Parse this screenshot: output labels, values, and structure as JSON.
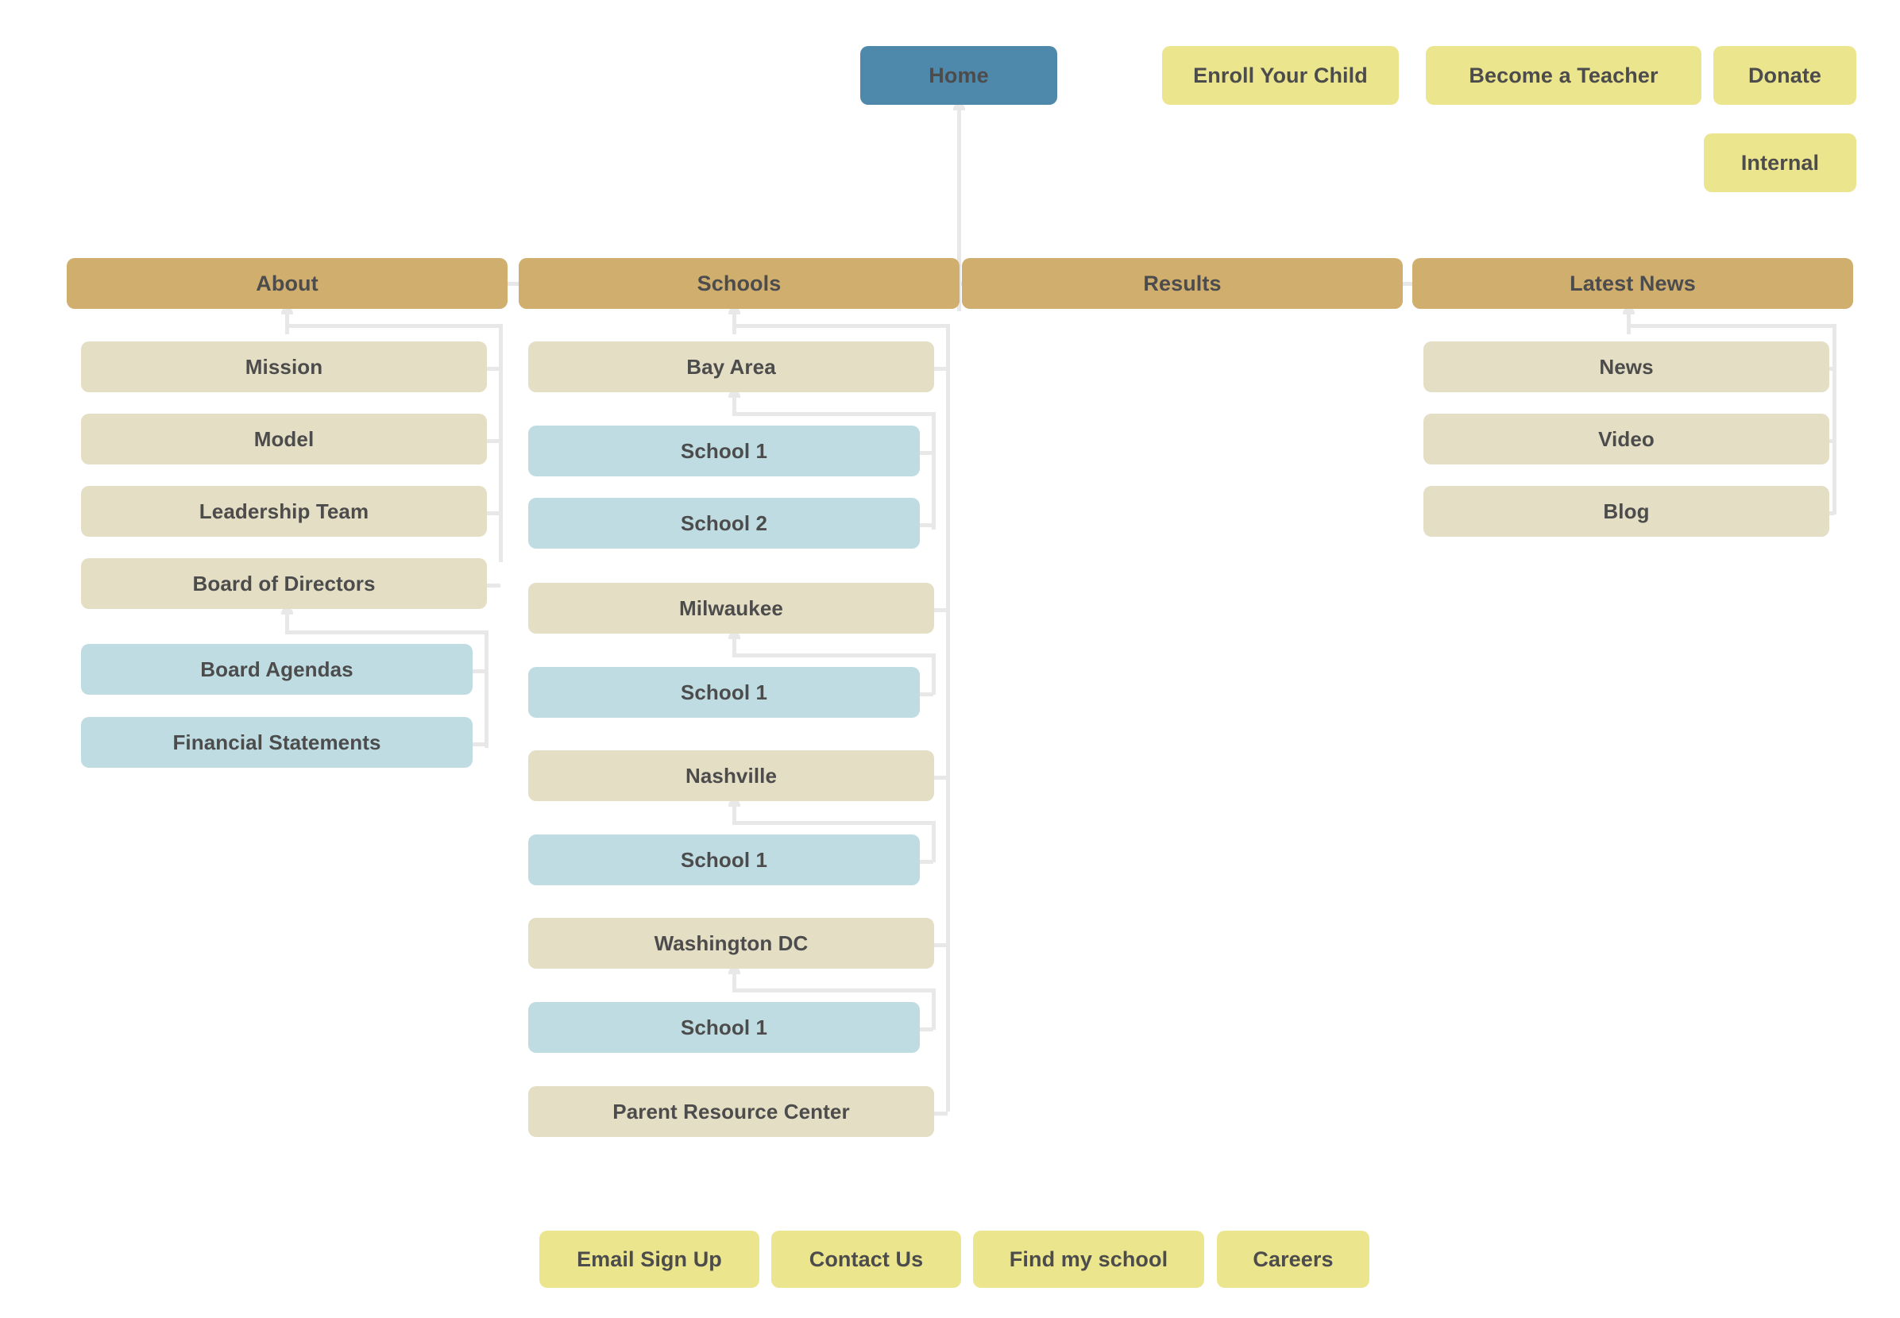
{
  "colors": {
    "home": "#4E89AB",
    "utility": "#EBE58E",
    "category": "#D0AE6E",
    "subpage": "#E4DEC4",
    "leaf": "#BFDCE3",
    "connector": "#E8E8E8",
    "text": "#4C4C4C",
    "background": "#FFFFFF"
  },
  "root": {
    "label": "Home"
  },
  "utility_nav": {
    "row1": [
      {
        "label": "Enroll Your Child"
      },
      {
        "label": "Become a Teacher"
      },
      {
        "label": "Donate"
      }
    ],
    "row2": [
      {
        "label": "Internal"
      }
    ]
  },
  "categories": [
    {
      "label": "About",
      "children": [
        {
          "label": "Mission",
          "level": "subpage"
        },
        {
          "label": "Model",
          "level": "subpage"
        },
        {
          "label": "Leadership Team",
          "level": "subpage"
        },
        {
          "label": "Board of Directors",
          "level": "subpage"
        },
        {
          "label": "Board Agendas",
          "level": "leaf"
        },
        {
          "label": "Financial Statements",
          "level": "leaf"
        }
      ]
    },
    {
      "label": "Schools",
      "children": [
        {
          "label": "Bay Area",
          "level": "subpage"
        },
        {
          "label": "School 1",
          "level": "leaf"
        },
        {
          "label": "School 2",
          "level": "leaf"
        },
        {
          "label": "Milwaukee",
          "level": "subpage"
        },
        {
          "label": "School 1",
          "level": "leaf"
        },
        {
          "label": "Nashville",
          "level": "subpage"
        },
        {
          "label": "School 1",
          "level": "leaf"
        },
        {
          "label": "Washington DC",
          "level": "subpage"
        },
        {
          "label": "School 1",
          "level": "leaf"
        },
        {
          "label": "Parent Resource Center",
          "level": "subpage"
        }
      ]
    },
    {
      "label": "Results",
      "children": []
    },
    {
      "label": "Latest News",
      "children": [
        {
          "label": "News",
          "level": "subpage"
        },
        {
          "label": "Video",
          "level": "subpage"
        },
        {
          "label": "Blog",
          "level": "subpage"
        }
      ]
    }
  ],
  "footer_nav": [
    {
      "label": "Email Sign Up"
    },
    {
      "label": "Contact Us"
    },
    {
      "label": "Find my school"
    },
    {
      "label": "Careers"
    }
  ]
}
